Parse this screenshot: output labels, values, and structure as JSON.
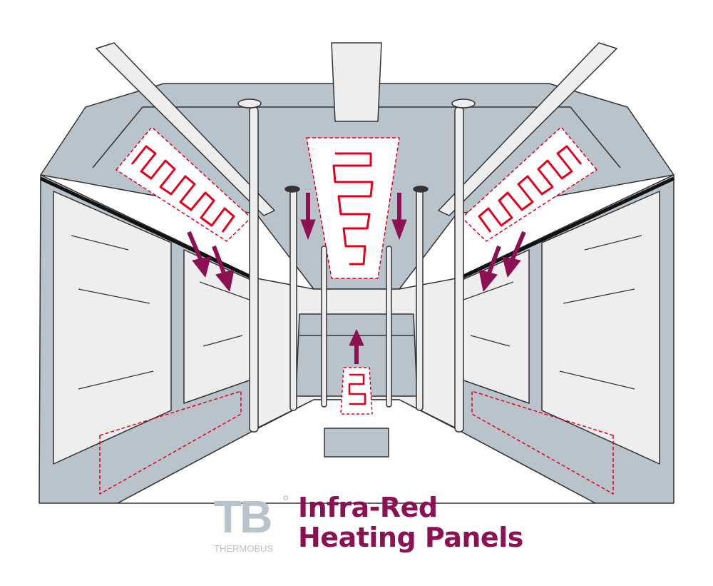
{
  "title": {
    "line1": "Infra-Red",
    "line2": "Heating Panels"
  },
  "logo": {
    "mark": "TB",
    "degree": "°",
    "name": "THERMOBUS"
  },
  "colors": {
    "body": "#b9c3cc",
    "window": "#eeeeee",
    "heater": "#e3001b",
    "arrow": "#8b1152",
    "outline": "#333333"
  }
}
